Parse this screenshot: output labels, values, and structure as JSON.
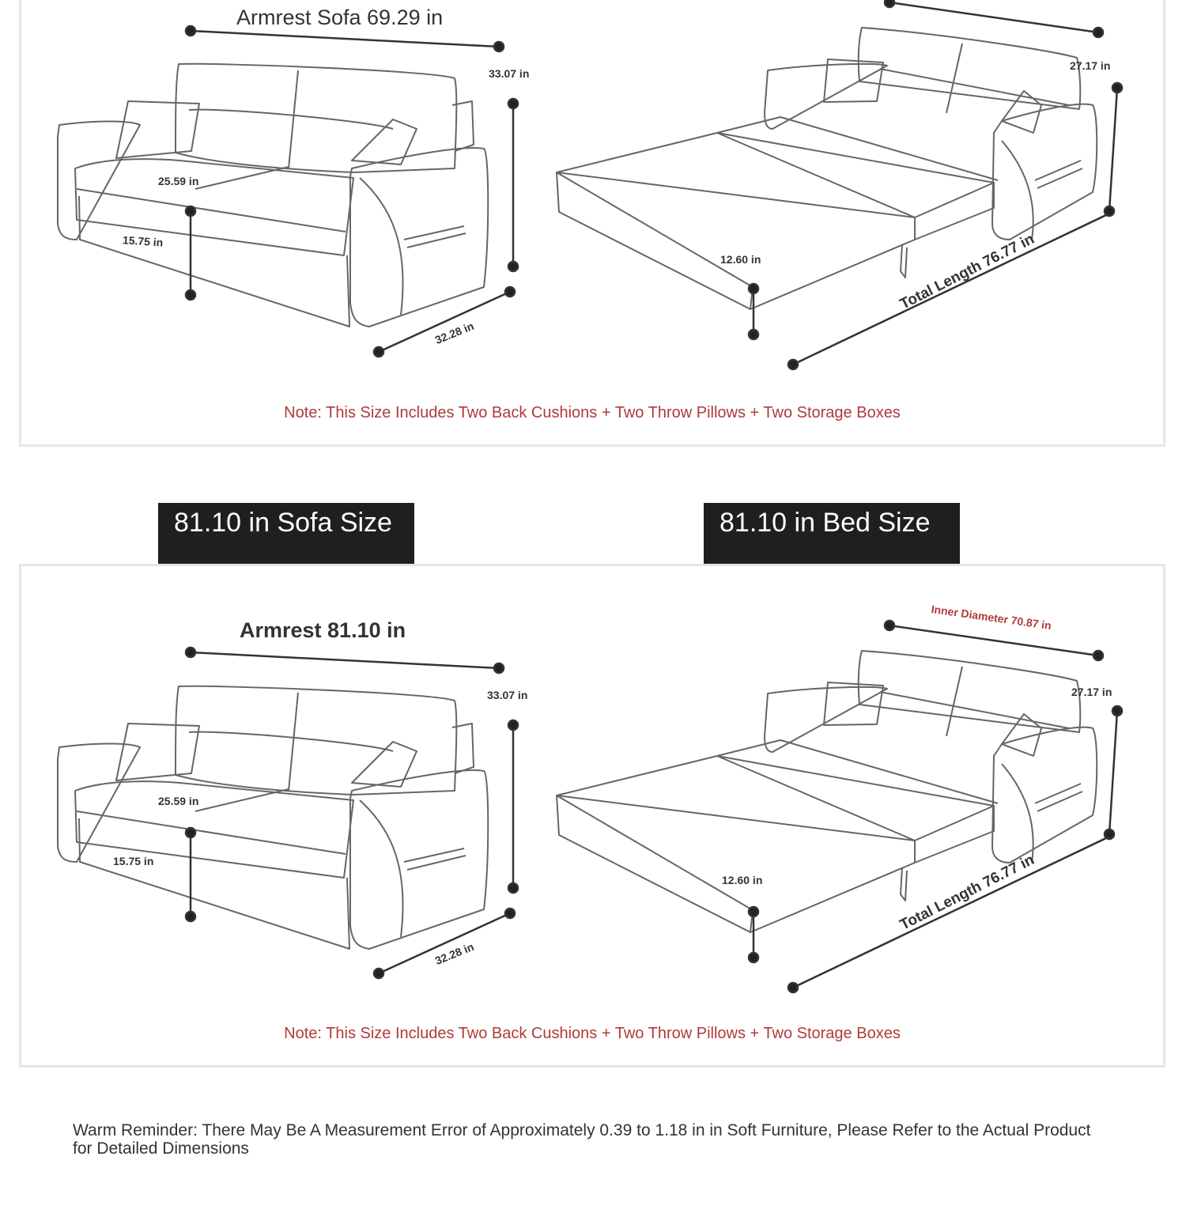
{
  "section1": {
    "sofa": {
      "title": "Armrest Sofa 69.29 in",
      "height": "33.07 in",
      "seat_depth": "25.59 in",
      "seat_height": "15.75 in",
      "depth": "32.28 in"
    },
    "bed": {
      "back_height": "27.17 in",
      "bed_height": "12.60 in",
      "total_length": "Total Length 76.77 in"
    },
    "note": "Note: This Size Includes Two Back Cushions + Two Throw Pillows + Two Storage Boxes"
  },
  "tabs": {
    "sofa_tab": "81.10 in Sofa Size",
    "bed_tab": "81.10 in Bed Size"
  },
  "section2": {
    "sofa": {
      "title": "Armrest 81.10 in",
      "height": "33.07 in",
      "seat_depth": "25.59 in",
      "seat_height": "15.75 in",
      "depth": "32.28 in"
    },
    "bed": {
      "inner_diameter": "Inner Diameter 70.87 in",
      "back_height": "27.17 in",
      "bed_height": "12.60 in",
      "total_length": "Total Length 76.77 in"
    },
    "note": "Note: This Size Includes Two Back Cushions + Two Throw Pillows + Two Storage Boxes"
  },
  "reminder": "Warm Reminder: There May Be A Measurement Error of Approximately 0.39 to 1.18 in in Soft Furniture, Please Refer to the Actual Product for Detailed Dimensions",
  "colors": {
    "accent_red": "#b03a3a",
    "tab_background": "#1f1f1f",
    "line": "#555555",
    "panel_border": "#e6e6e6"
  }
}
